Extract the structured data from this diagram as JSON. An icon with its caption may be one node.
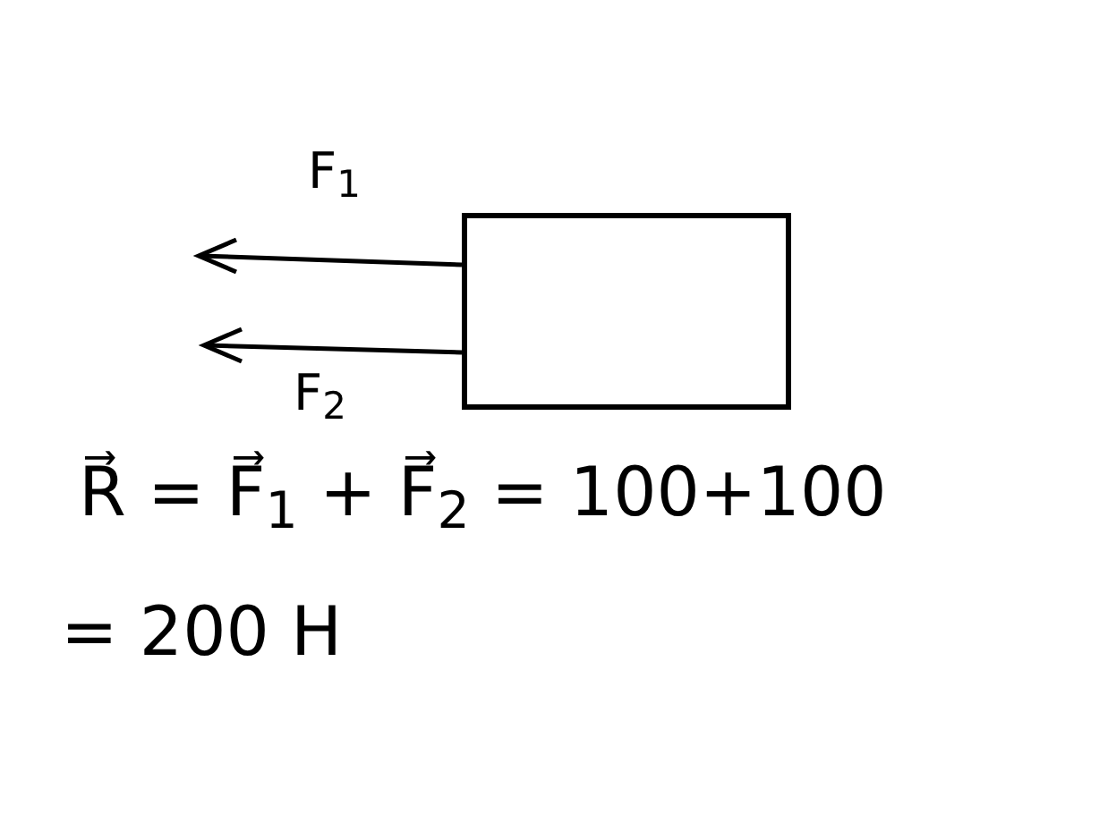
{
  "diagram": {
    "nodes": [
      {
        "text": [],
        "shape": "box"
      }
    ],
    "labels": [
      "F$_{1}$",
      "F$_{2}$",
      "R⃗ = F⃗$_{1}$ + F⃗$_{2}$ = 100+100",
      "= 200 Н"
    ]
  }
}
